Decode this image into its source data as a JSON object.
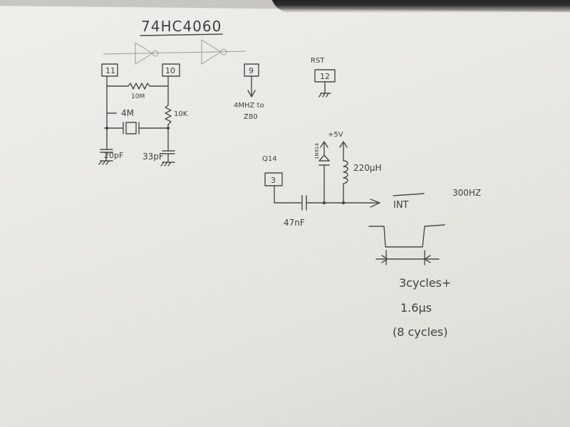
{
  "chip_label": "74HC4060",
  "pins": {
    "p11": "11",
    "p10": "10",
    "p9": "9",
    "p12": "12",
    "p3": "3"
  },
  "rst_label": "RST",
  "q14_label": "Q14",
  "labels": {
    "r10m": "10M",
    "crystal": "4M",
    "r10k": "10K",
    "c20": "20pF",
    "c33": "33pF",
    "out_line1": "4MHZ to",
    "out_line2": "Z80",
    "vcc": "+5V",
    "diode": "1N914",
    "inductor": "220μH",
    "c47": "47nF",
    "int": "INT",
    "freq": "300HZ",
    "note1": "3cycles+",
    "note2": "1.6μs",
    "note3": "(8 cycles)"
  }
}
